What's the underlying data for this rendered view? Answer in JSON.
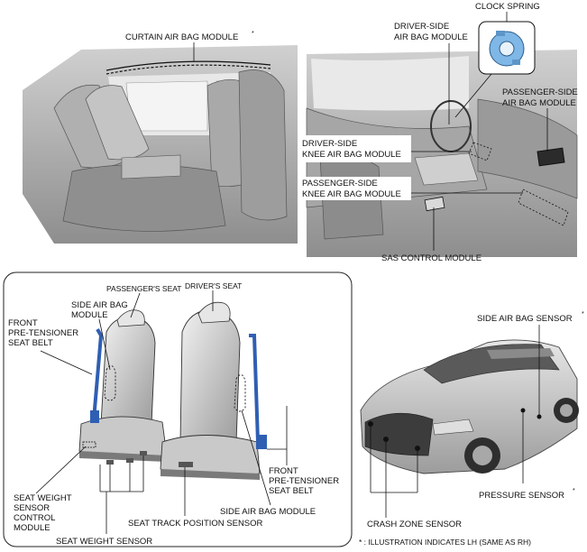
{
  "labels": {
    "curtain_air_bag": "CURTAIN AIR BAG MODULE",
    "clock_spring": "CLOCK SPRING",
    "driver_side_air_bag_1": "DRIVER-SIDE",
    "driver_side_air_bag_2": "AIR BAG MODULE",
    "passenger_side_air_bag_1": "PASSENGER-SIDE",
    "passenger_side_air_bag_2": "AIR BAG MODULE",
    "driver_knee_1": "DRIVER-SIDE",
    "driver_knee_2": "KNEE AIR BAG MODULE",
    "passenger_knee_1": "PASSENGER-SIDE",
    "passenger_knee_2": "KNEE AIR BAG MODULE",
    "sas_control": "SAS CONTROL MODULE",
    "passengers_seat": "PASSENGER'S SEAT",
    "drivers_seat": "DRIVER'S SEAT",
    "side_air_bag_module_1": "SIDE AIR BAG",
    "side_air_bag_module_2": "MODULE",
    "front_pretensioner_left_1": "FRONT",
    "front_pretensioner_left_2": "PRE-TENSIONER",
    "front_pretensioner_left_3": "SEAT BELT",
    "seat_weight_control_1": "SEAT WEIGHT",
    "seat_weight_control_2": "SENSOR",
    "seat_weight_control_3": "CONTROL",
    "seat_weight_control_4": "MODULE",
    "seat_weight_sensor": "SEAT WEIGHT SENSOR",
    "seat_track_position": "SEAT TRACK POSITION SENSOR",
    "side_air_bag_module_bottom": "SIDE AIR BAG MODULE",
    "front_pretensioner_right_1": "FRONT",
    "front_pretensioner_right_2": "PRE-TENSIONER",
    "front_pretensioner_right_3": "SEAT BELT",
    "side_air_bag_sensor": "SIDE AIR BAG SENSOR",
    "pressure_sensor": "PRESSURE SENSOR",
    "crash_zone_sensor": "CRASH ZONE SENSOR",
    "asterisk": "*",
    "footnote": "* : ILLUSTRATION INDICATES LH (SAME AS RH)"
  },
  "colors": {
    "line": "#111111",
    "interior_dark": "#8a8a8a",
    "interior_mid": "#b7b7b7",
    "interior_light": "#dcdcdc",
    "belt_blue": "#2f5fb3",
    "clock_spring_blue": "#7fb7e6",
    "frame": "#222222"
  }
}
